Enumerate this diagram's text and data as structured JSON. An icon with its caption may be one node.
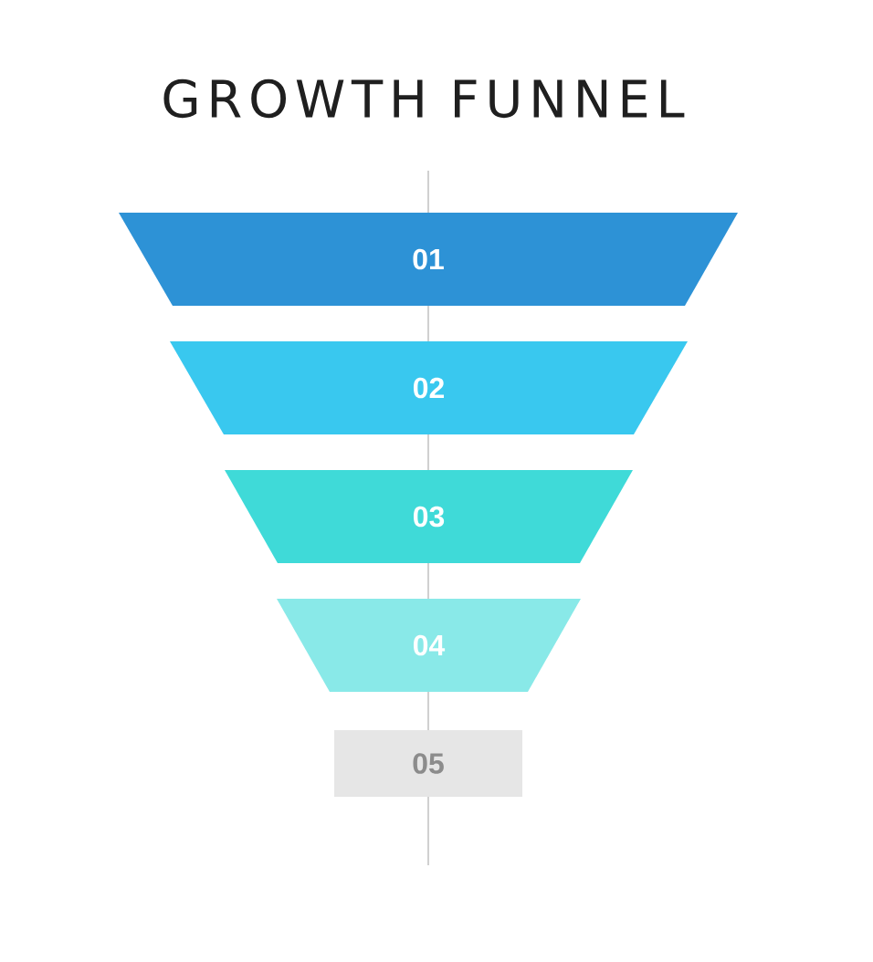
{
  "diagram": {
    "title": "GROWTH FUNNEL",
    "nodes": [
      {
        "text": [
          "01"
        ]
      },
      {
        "text": [
          "02"
        ]
      },
      {
        "text": [
          "03"
        ]
      },
      {
        "text": [
          "04"
        ]
      },
      {
        "text": [
          "05"
        ]
      }
    ]
  }
}
